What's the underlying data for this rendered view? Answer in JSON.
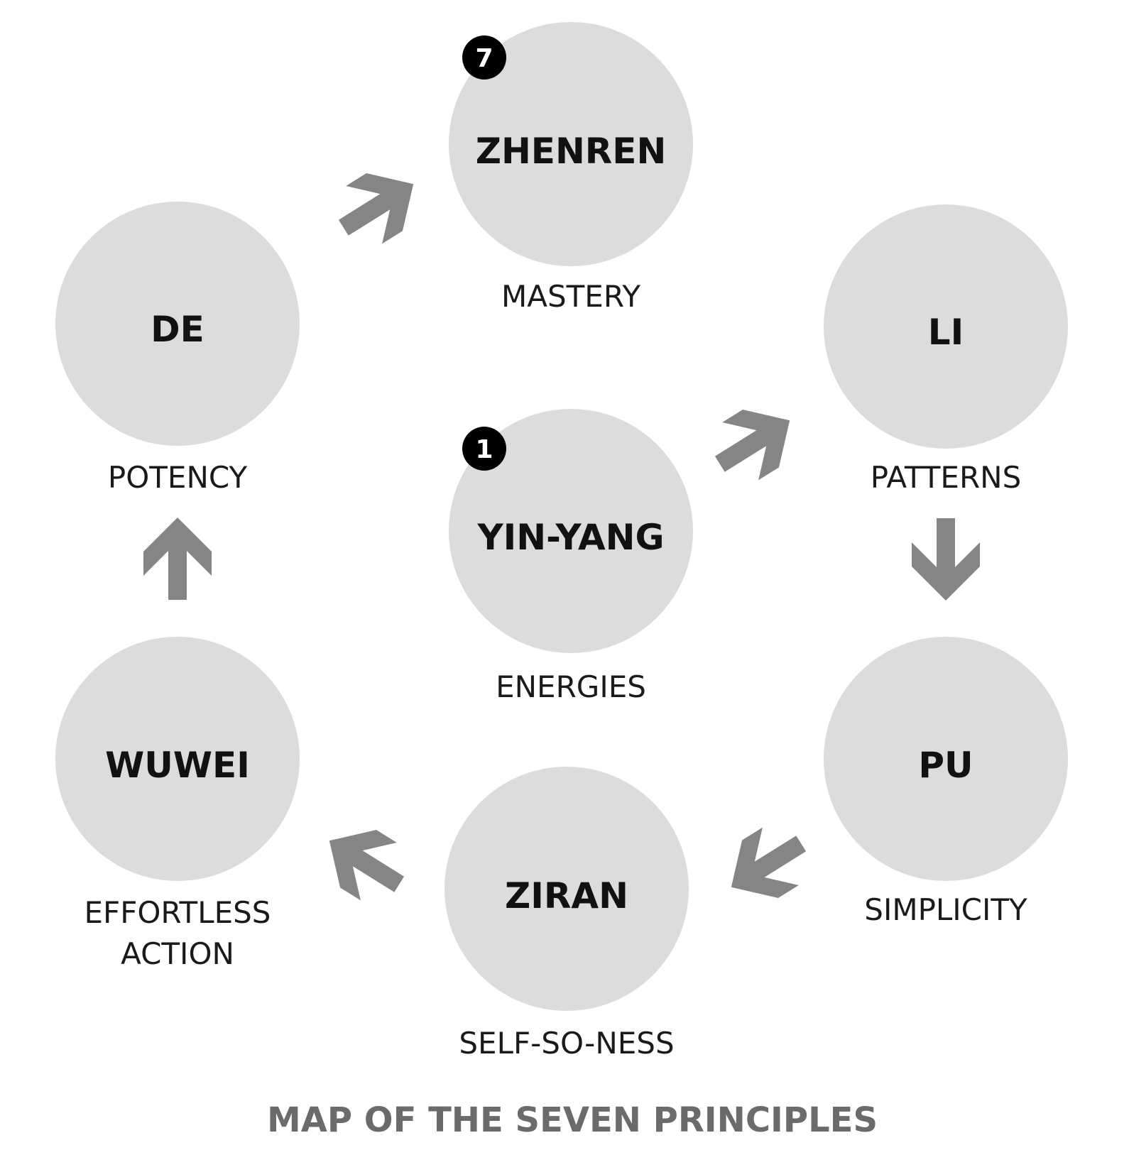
{
  "title": "MAP OF THE SEVEN PRINCIPLES",
  "colors": {
    "circle": "#dcdcdc",
    "arrow": "#858585",
    "badge": "#000000",
    "title": "#6b6b6b"
  },
  "nodes": [
    {
      "id": "zhenren",
      "name": "ZHENREN",
      "subtitle": [
        "MASTERY"
      ],
      "badge": "7"
    },
    {
      "id": "li",
      "name": "LI",
      "subtitle": [
        "PATTERNS"
      ]
    },
    {
      "id": "de",
      "name": "DE",
      "subtitle": [
        "POTENCY"
      ]
    },
    {
      "id": "yin-yang",
      "name": "YIN-YANG",
      "subtitle": [
        "ENERGIES"
      ],
      "badge": "1"
    },
    {
      "id": "wuwei",
      "name": "WUWEI",
      "subtitle": [
        "EFFORTLESS",
        "ACTION"
      ]
    },
    {
      "id": "pu",
      "name": "PU",
      "subtitle": [
        "SIMPLICITY"
      ]
    },
    {
      "id": "ziran",
      "name": "ZIRAN",
      "subtitle": [
        "SELF-SO-NESS"
      ]
    }
  ],
  "arrows": [
    {
      "from": "yin-yang",
      "to": "li",
      "icon": "arrow-up-right-icon"
    },
    {
      "from": "li",
      "to": "pu",
      "icon": "arrow-down-icon"
    },
    {
      "from": "pu",
      "to": "ziran",
      "icon": "arrow-down-left-icon"
    },
    {
      "from": "ziran",
      "to": "wuwei",
      "icon": "arrow-up-left-icon"
    },
    {
      "from": "wuwei",
      "to": "de",
      "icon": "arrow-up-icon"
    },
    {
      "from": "de",
      "to": "zhenren",
      "icon": "arrow-up-right-icon"
    }
  ]
}
